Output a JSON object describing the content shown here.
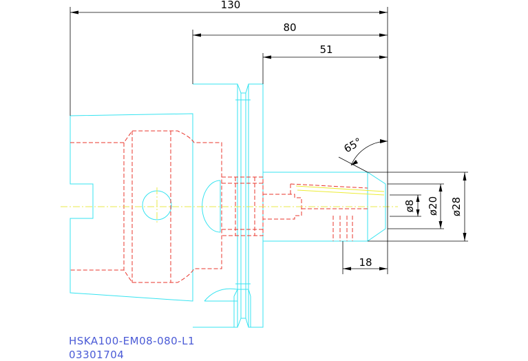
{
  "dimensions": {
    "overall_length": "130",
    "gauge_length": "80",
    "projection_length": "51",
    "taper_angle": "65°",
    "bore_diameter": "ø8",
    "clamp_diameter": "ø20",
    "nose_diameter": "ø28",
    "nose_length": "18"
  },
  "caption": {
    "part_number": "HSKA100-EM08-080-L1",
    "order_code": "03301704"
  },
  "colors": {
    "outline": "#35e3f0",
    "hidden_lines": "#e8342b",
    "centerline": "#e8e84a",
    "dimension": "#000000",
    "caption": "#4a5ad6"
  }
}
